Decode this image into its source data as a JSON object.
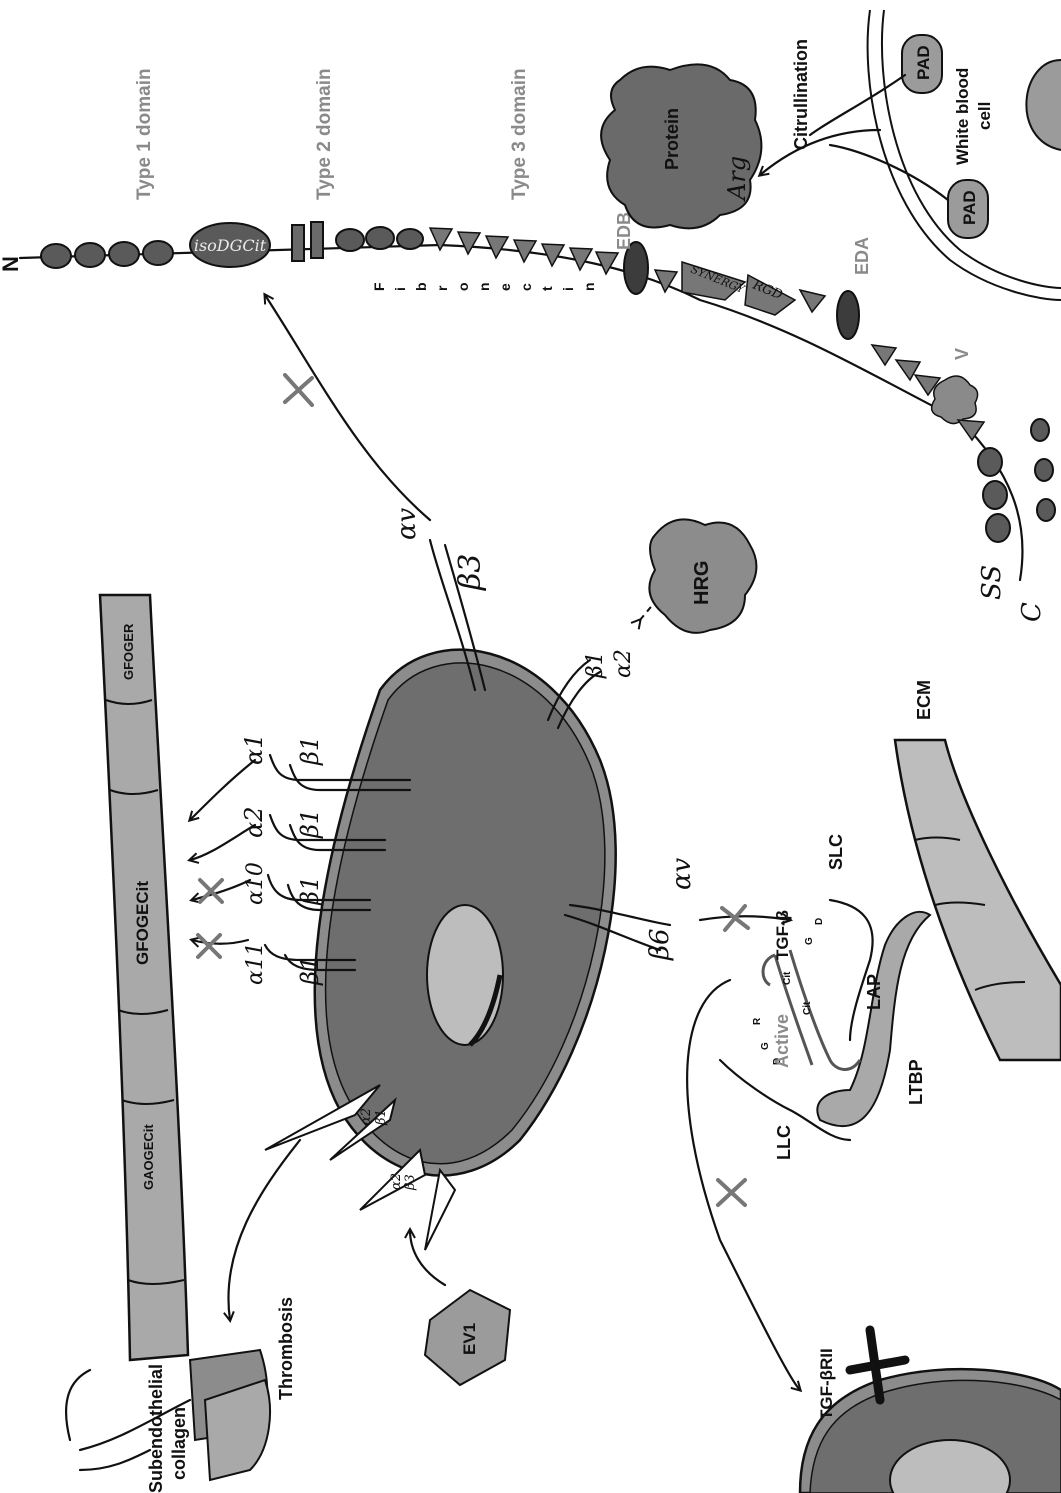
{
  "fibronectin": {
    "n_terminus": "N",
    "c_terminus": "C",
    "ss_label": "SS",
    "type1": "Type 1 domain",
    "type2": "Type 2 domain",
    "type3": "Type 3 domain",
    "name_letters": [
      "F",
      "i",
      "b",
      "r",
      "o",
      "n",
      "e",
      "c",
      "t",
      "i",
      "n"
    ],
    "isodgcit": "isoDGCit",
    "edb": "EDB",
    "eda": "EDA",
    "v": "V",
    "synergy": "SYNERGY",
    "rgd": "RGD"
  },
  "citrullination": {
    "protein": "Protein",
    "arg": "Arg",
    "citrullination": "Citrullination",
    "pad_top": "PAD",
    "pad_bottom": "PAD",
    "wbc_line1": "White blood",
    "wbc_line2": "cell"
  },
  "collagen": {
    "gfoger": "GFOGER",
    "gfogecit": "GFOGECit",
    "gaogecit": "GAOGECit"
  },
  "integrins": {
    "av_b3": [
      "αv",
      "β3"
    ],
    "a2_b1_hrg": [
      "α2",
      "β1"
    ],
    "a1_b1": [
      "α1",
      "β1"
    ],
    "a2_b1": [
      "α2",
      "β1"
    ],
    "a10_b1": [
      "α10",
      "β1"
    ],
    "a11_b1": [
      "α11",
      "β1"
    ],
    "av_b6": [
      "αv",
      "β6"
    ],
    "platelet_top": [
      "α2",
      "β1"
    ],
    "platelet_bottom": [
      "α2",
      "β3"
    ]
  },
  "labels": {
    "hrg": "HRG",
    "ev1": "EV1",
    "thrombosis": "Thrombosis",
    "subendothelial_line1": "Subendothelial",
    "subendothelial_line2": "collagen",
    "ecm": "ECM",
    "slc": "SLC",
    "llc": "LLC",
    "ltbp": "LTBP",
    "lap": "LAP",
    "tgfb": "TGF-β",
    "active": "Active",
    "tgfbrii": "TGF-βRII",
    "cit1": "Cit",
    "cit2": "Cit",
    "g1": "G",
    "g2": "G",
    "d1": "D",
    "d2": "D",
    "r": "R"
  },
  "colors": {
    "cell_fill": "#6e6e6e",
    "cell_rim": "#8c8c8c",
    "nucleus": "#bdbdbd",
    "domain_dark": "#555555",
    "domain_mid": "#7a7a7a",
    "collagen": "#a9a9a9",
    "inhibit_mark": "#777777",
    "grey_text": "#8a8a8a"
  }
}
